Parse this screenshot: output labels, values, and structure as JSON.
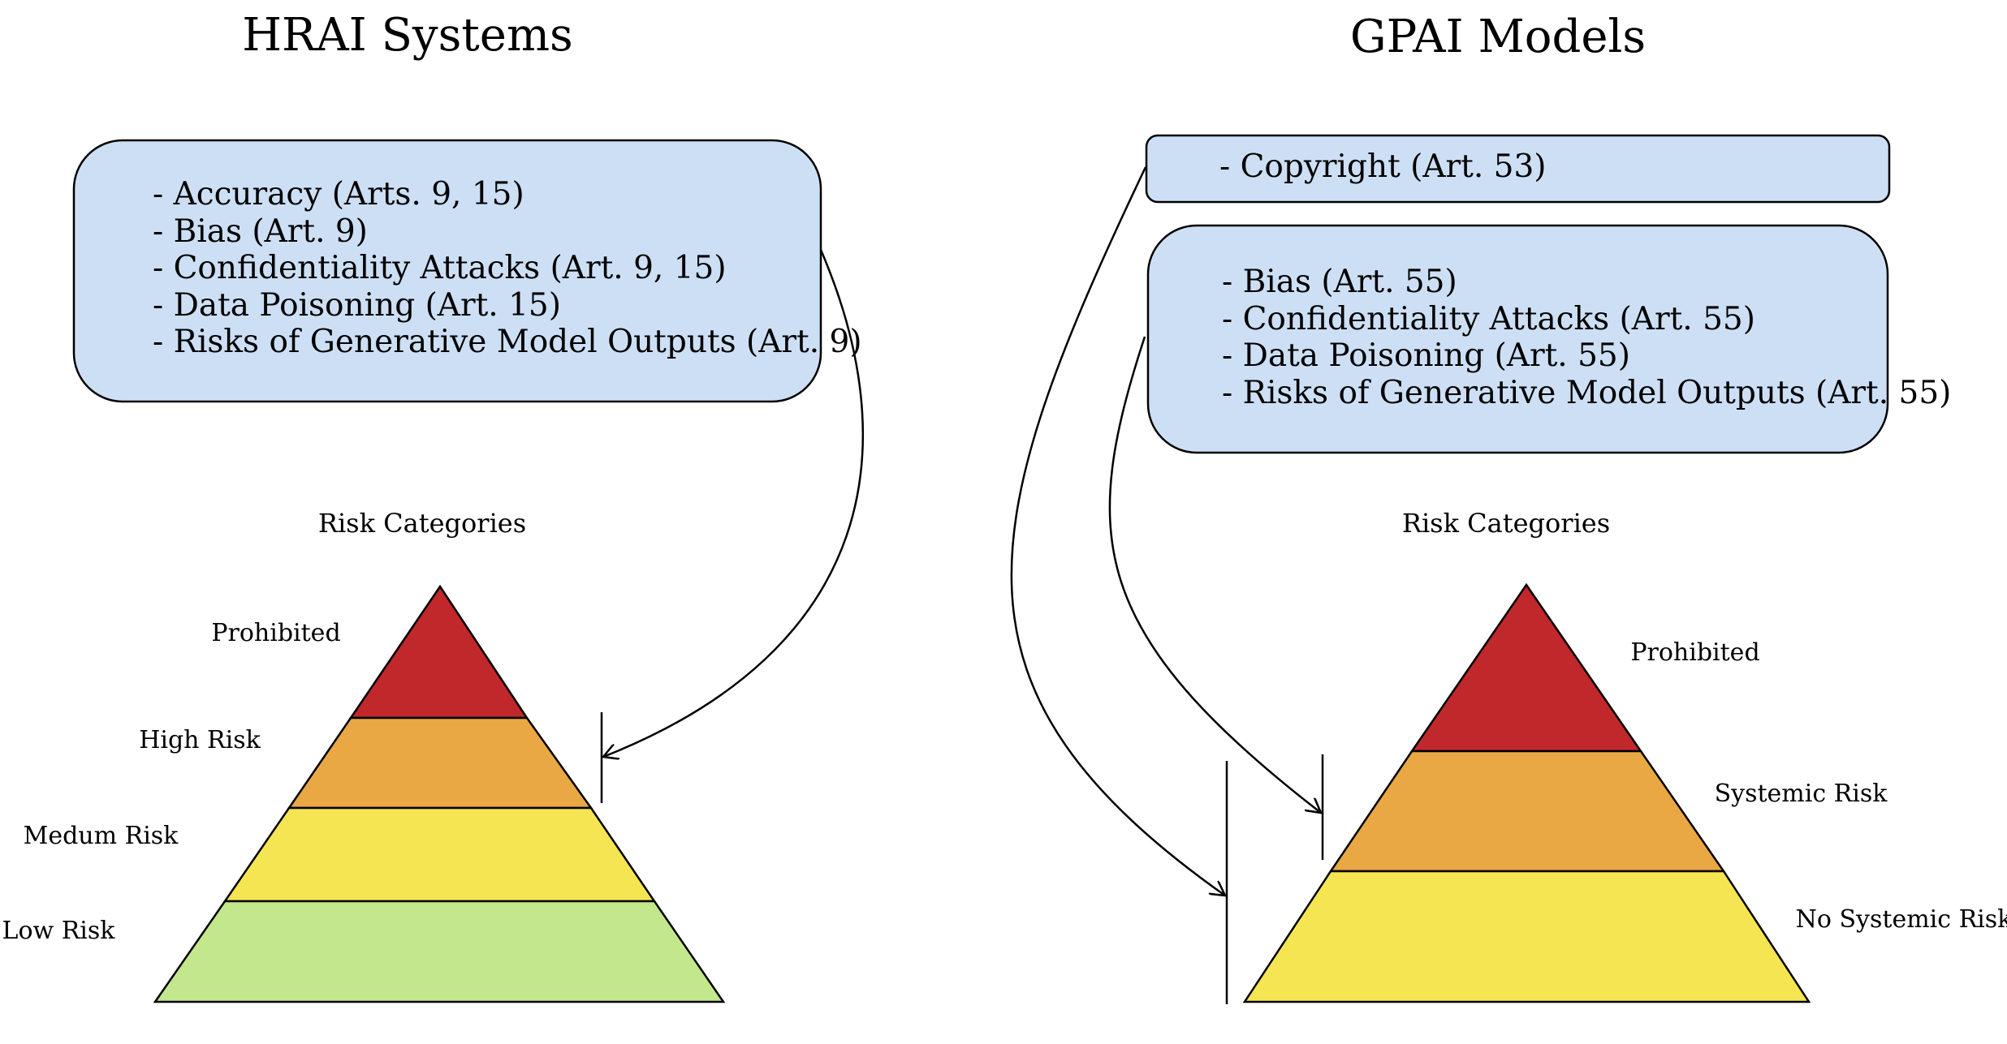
{
  "left": {
    "title": "HRAI Systems",
    "box_lines": [
      "- Accuracy (Arts. 9, 15)",
      "- Bias (Art. 9)",
      "- Confidentiality Attacks (Art. 9, 15)",
      "- Data Poisoning (Art. 15)",
      "- Risks of Generative Model Outputs (Art. 9)"
    ],
    "pyramid_title": "Risk Categories",
    "layers": [
      {
        "label": "Prohibited",
        "color": "#c0282b"
      },
      {
        "label": "High Risk",
        "color": "#e9a844"
      },
      {
        "label": "Medum Risk",
        "color": "#f5e552"
      },
      {
        "label": "Low Risk",
        "color": "#c2e78d"
      }
    ]
  },
  "right": {
    "title": "GPAI Models",
    "box1_text": "-  Copyright (Art. 53)",
    "box2_lines": [
      "- Bias (Art. 55)",
      "- Confidentiality Attacks (Art. 55)",
      "- Data Poisoning (Art. 55)",
      "- Risks of Generative Model Outputs (Art. 55)"
    ],
    "pyramid_title": "Risk Categories",
    "layers": [
      {
        "label": "Prohibited",
        "color": "#c0282b"
      },
      {
        "label": "Systemic Risk",
        "color": "#e9a844"
      },
      {
        "label": "No Systemic Risk",
        "color": "#f5e552"
      }
    ]
  },
  "box_fill": "#cddff4"
}
